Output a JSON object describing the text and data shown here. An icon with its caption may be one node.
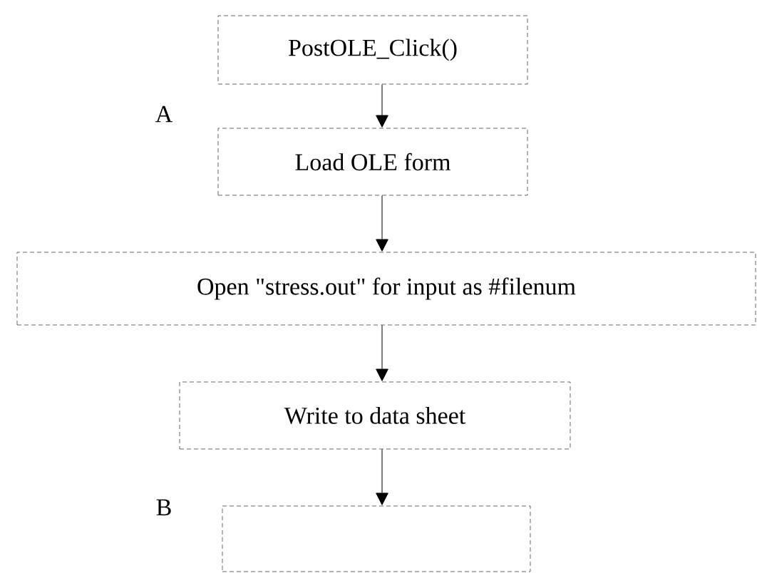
{
  "diagram": {
    "nodes": [
      {
        "text": [
          "PostOLE_Click()"
        ]
      },
      {
        "text": [
          "Load OLE form"
        ]
      },
      {
        "text": [
          "Open \"stress.out\" for input as #filenum"
        ]
      },
      {
        "text": [
          "Write to data sheet"
        ]
      },
      {
        "text": [],
        "shape": "box"
      }
    ],
    "edges": [
      {
        "from": 0,
        "to": 1,
        "arrow": "to"
      },
      {
        "from": 1,
        "to": 2,
        "arrow": "to"
      },
      {
        "from": 2,
        "to": 3,
        "arrow": "to"
      },
      {
        "from": 3,
        "to": 4,
        "arrow": "to"
      }
    ],
    "labels": [
      "A",
      "B"
    ]
  }
}
